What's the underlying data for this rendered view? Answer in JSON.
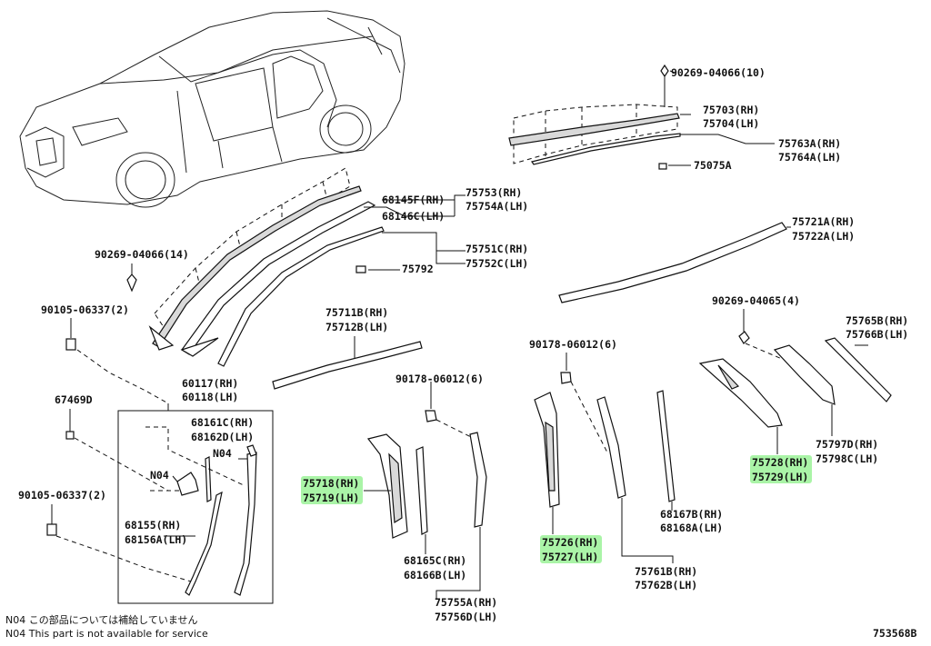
{
  "labels": {
    "p90269_04066_10": "90269-04066(10)",
    "p75703_rh": "75703(RH)",
    "p75704_lh": "75704(LH)",
    "p75763a_rh": "75763A(RH)",
    "p75764a_lh": "75764A(LH)",
    "p75075a": "75075A",
    "p68145f_rh": "68145F(RH)",
    "p68146c_lh": "68146C(LH)",
    "p75753_rh": "75753(RH)",
    "p75754a_lh": "75754A(LH)",
    "p75751c_rh": "75751C(RH)",
    "p75752c_lh": "75752C(LH)",
    "p75792": "75792",
    "p90269_04066_14": "90269-04066(14)",
    "p90105_06337_2a": "90105-06337(2)",
    "p75721a_rh": "75721A(RH)",
    "p75722a_lh": "75722A(LH)",
    "p75711b_rh": "75711B(RH)",
    "p75712b_lh": "75712B(LH)",
    "p90269_04065_4": "90269-04065(4)",
    "p75765b_rh": "75765B(RH)",
    "p75766b_lh": "75766B(LH)",
    "p90178_06012_6a": "90178-06012(6)",
    "p90178_06012_6b": "90178-06012(6)",
    "p67469d": "67469D",
    "p60117_rh": "60117(RH)",
    "p60118_lh": "60118(LH)",
    "p68161c_rh": "68161C(RH)",
    "p68162d_lh": "68162D(LH)",
    "n04a": "N04",
    "n04b": "N04",
    "p75718_rh": "75718(RH)",
    "p75719_lh": "75719(LH)",
    "p75726_rh": "75726(RH)",
    "p75727_lh": "75727(LH)",
    "p75728_rh": "75728(RH)",
    "p75729_lh": "75729(LH)",
    "p75797d_rh": "75797D(RH)",
    "p75798c_lh": "75798C(LH)",
    "p90105_06337_2b": "90105-06337(2)",
    "p68155_rh": "68155(RH)",
    "p68156a_lh": "68156A(LH)",
    "p68167b_rh": "68167B(RH)",
    "p68168a_lh": "68168A(LH)",
    "p68165c_rh": "68165C(RH)",
    "p68166b_lh": "68166B(LH)",
    "p75761b_rh": "75761B(RH)",
    "p75762b_lh": "75762B(LH)",
    "p75755a_rh": "75755A(RH)",
    "p75756d_lh": "75756D(LH)"
  },
  "notes": {
    "jp": "N04 この部品については補給していません",
    "en": "N04 This part is not available for service"
  },
  "diagram_code": "753568B",
  "colors": {
    "highlight": "#8ef08a",
    "line": "#111111"
  }
}
